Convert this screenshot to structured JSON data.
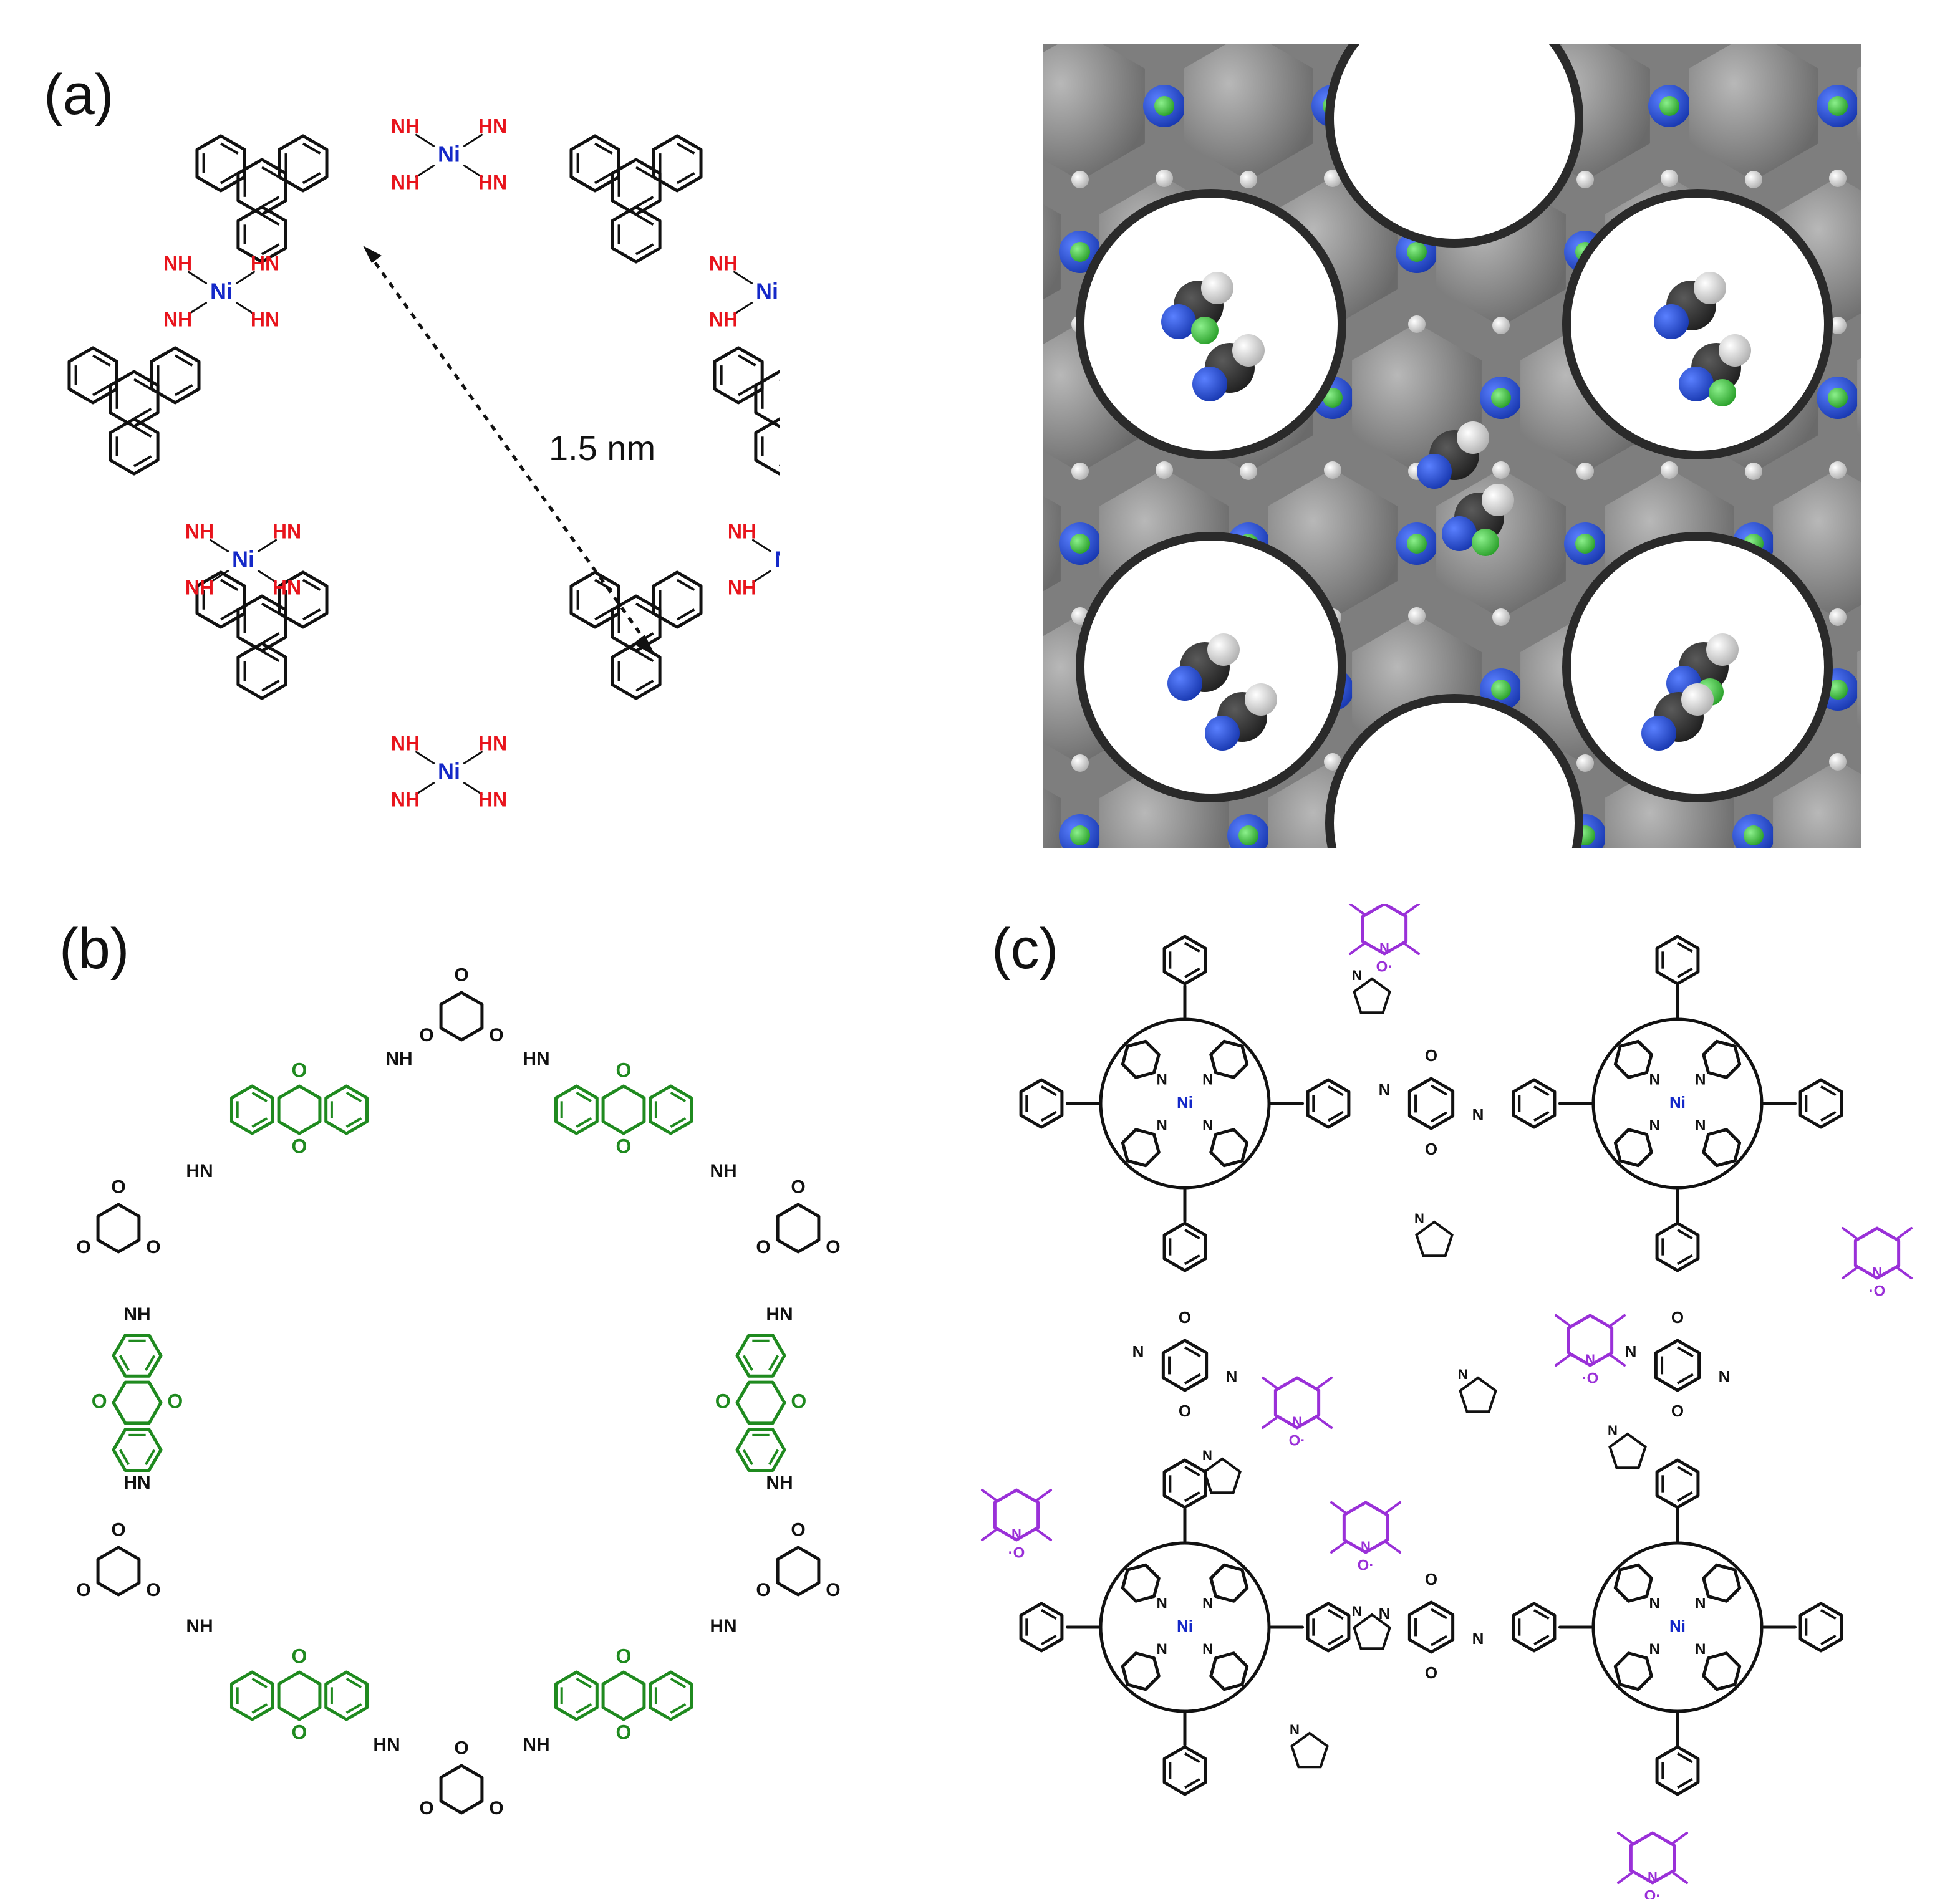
{
  "panels": {
    "a": {
      "label": "(a)",
      "distance_label": "1.5 nm",
      "atom_nh": "NH",
      "atom_hn": "HN",
      "atom_h": "H",
      "atom_n": "N",
      "atom_ni": "Ni",
      "color_nh": "#e8141c",
      "color_ni": "#1428c8"
    },
    "b": {
      "label": "(b)",
      "atom_nh": "NH",
      "atom_hn": "HN",
      "atom_o": "O",
      "color_anthraquinone": "#1f8a1f"
    },
    "c": {
      "label": "(c)",
      "atom_n": "N",
      "atom_ni": "Ni",
      "atom_o": "O",
      "atom_ox": "O·",
      "atom_on": "·O",
      "color_ni": "#1428c8",
      "color_tempo": "#9a30d8"
    },
    "model": {
      "atom_colors": {
        "carbon": "#8a8a8a",
        "nitrogen": "#2451d8",
        "nickel": "#4cd24c",
        "hydrogen": "#f2f2f2",
        "guest_boron": "#d9a0a0"
      }
    }
  }
}
